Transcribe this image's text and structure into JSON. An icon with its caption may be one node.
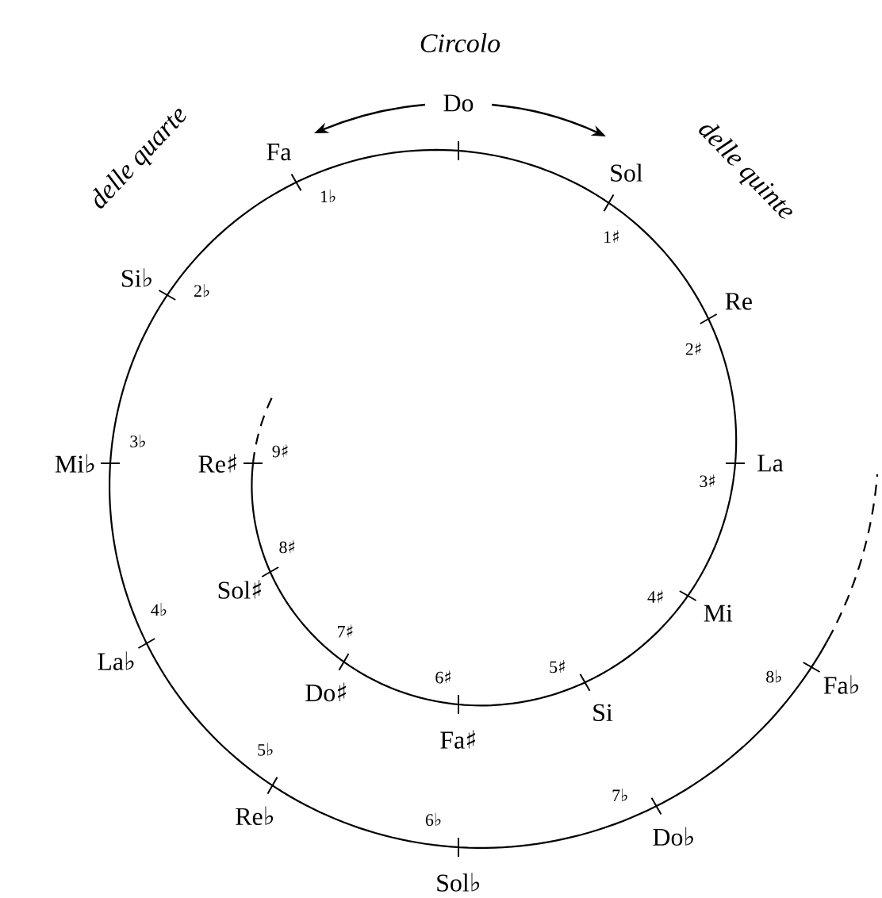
{
  "diagram": {
    "labels": [
      "Circolo",
      "delle quarte",
      "delle quinte",
      "Do",
      "Fa",
      "Sol",
      "1♭",
      "1♯",
      "Si♭",
      "2♭",
      "2♯",
      "Re",
      "Mi♭",
      "3♭",
      "Re♯",
      "9♯",
      "3♯",
      "La",
      "Sol♯",
      "8♯",
      "4♯",
      "Mi",
      "La♭",
      "4♭",
      "7♯",
      "5♯",
      "8♭",
      "Fa♭",
      "Do♯",
      "6♯",
      "Si",
      "Fa♯",
      "5♭",
      "7♭",
      "Re♭",
      "6♭",
      "Do♭",
      "Sol♭"
    ]
  }
}
